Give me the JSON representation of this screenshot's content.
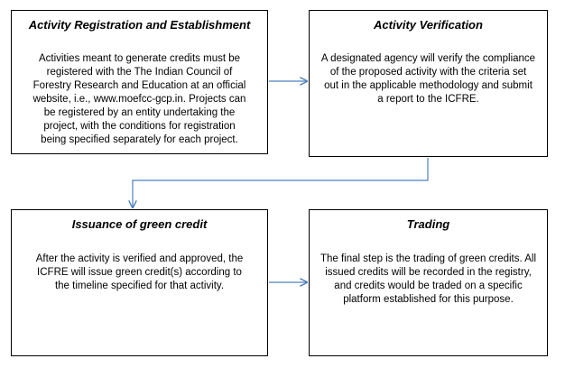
{
  "steps": [
    {
      "title": "Activity Registration and Establishment",
      "lines": [
        "Activities meant to generate credits must be",
        "registered with the The Indian Council of",
        "Forestry Research and Education at an official",
        "website, i.e., www.moefcc-gcp.in. Projects can",
        "be registered by an entity undertaking the",
        "project, with the conditions for registration",
        "being specified separately for each project."
      ]
    },
    {
      "title": "Activity Verification",
      "lines": [
        "A designated agency will verify the compliance",
        "of the proposed activity with the criteria set",
        "out in the applicable methodology and submit",
        "a report to the ICFRE."
      ]
    },
    {
      "title": "Issuance of green credit",
      "lines": [
        "After the activity is verified and approved, the",
        "ICFRE will issue green credit(s) according to",
        "the timeline specified for that activity."
      ]
    },
    {
      "title": "Trading",
      "lines": [
        "The final step is the trading of green credits. All",
        "issued credits will be recorded in the registry,",
        "and credits would be traded on a specific",
        "platform established for this purpose."
      ]
    }
  ],
  "connector_color": "#4f81bd"
}
